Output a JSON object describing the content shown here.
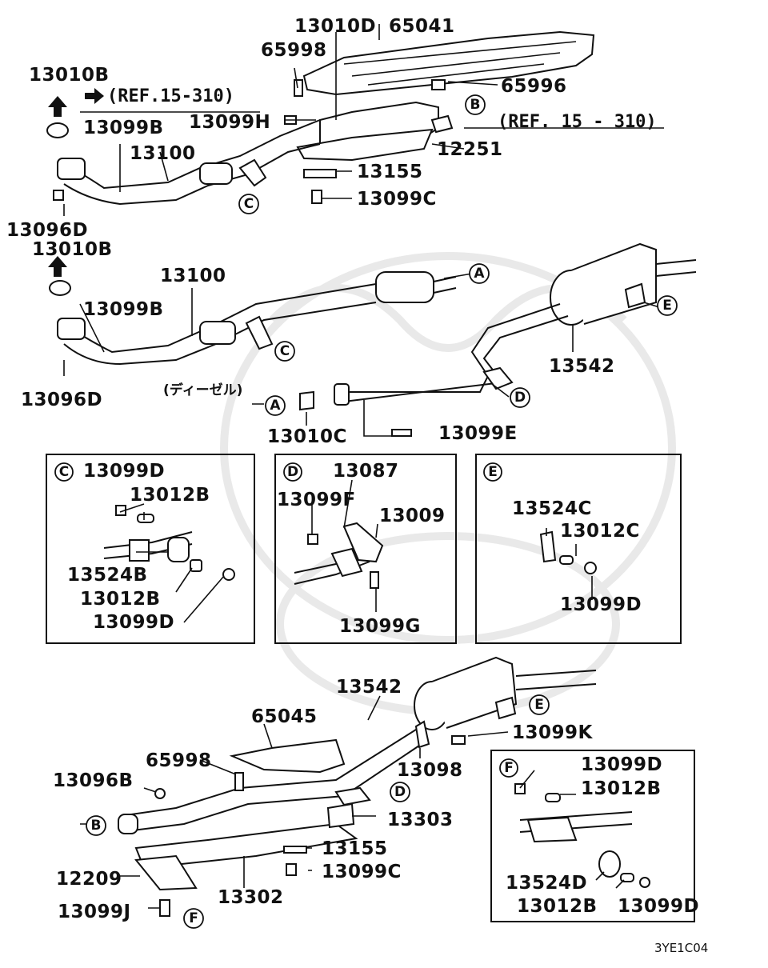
{
  "labels": {
    "p13010D": "13010D",
    "p65041": "65041",
    "p65998_top": "65998",
    "p13010B_1": "13010B",
    "ref_1": "(REF.15-310)",
    "p65996": "65996",
    "p13099H": "13099H",
    "p13099B_1": "13099B",
    "ref_2": "(REF. 15 - 310)",
    "p13100_1": "13100",
    "p12251": "12251",
    "p13155_1": "13155",
    "p13099C_1": "13099C",
    "p13096D_1": "13096D",
    "p13010B_2": "13010B",
    "p13100_2": "13100",
    "p13099B_2": "13099B",
    "p13542_1": "13542",
    "p13096D_2": "13096D",
    "diesel": "(ディーゼル)",
    "p13010C": "13010C",
    "p13099E": "13099E",
    "c_13099D": "13099D",
    "c_13012B": "13012B",
    "c_13524B": "13524B",
    "c_13012B_2": "13012B",
    "c_13099D_2": "13099D",
    "d_13087": "13087",
    "d_13099F": "13099F",
    "d_13009": "13009",
    "d_13099G": "13099G",
    "e_13524C": "13524C",
    "e_13012C": "13012C",
    "e_13099D": "13099D",
    "p13542_2": "13542",
    "p65045": "65045",
    "p13099K": "13099K",
    "p65998_bottom": "65998",
    "p13098": "13098",
    "p13096B": "13096B",
    "p13303": "13303",
    "p13155_2": "13155",
    "p13099C_2": "13099C",
    "p12209": "12209",
    "p13302": "13302",
    "p13099J": "13099J",
    "f_13099D": "13099D",
    "f_13012B": "13012B",
    "f_13524D": "13524D",
    "f_13012B_2": "13012B",
    "f_13099D_2": "13099D",
    "drawing_code": "3YE1C04"
  },
  "callouts": {
    "A": "A",
    "B": "B",
    "C": "C",
    "D": "D",
    "E": "E",
    "F": "F"
  },
  "icons": {
    "arrow_up": "up-arrow-icon",
    "arrow_right": "right-arrow-icon"
  }
}
